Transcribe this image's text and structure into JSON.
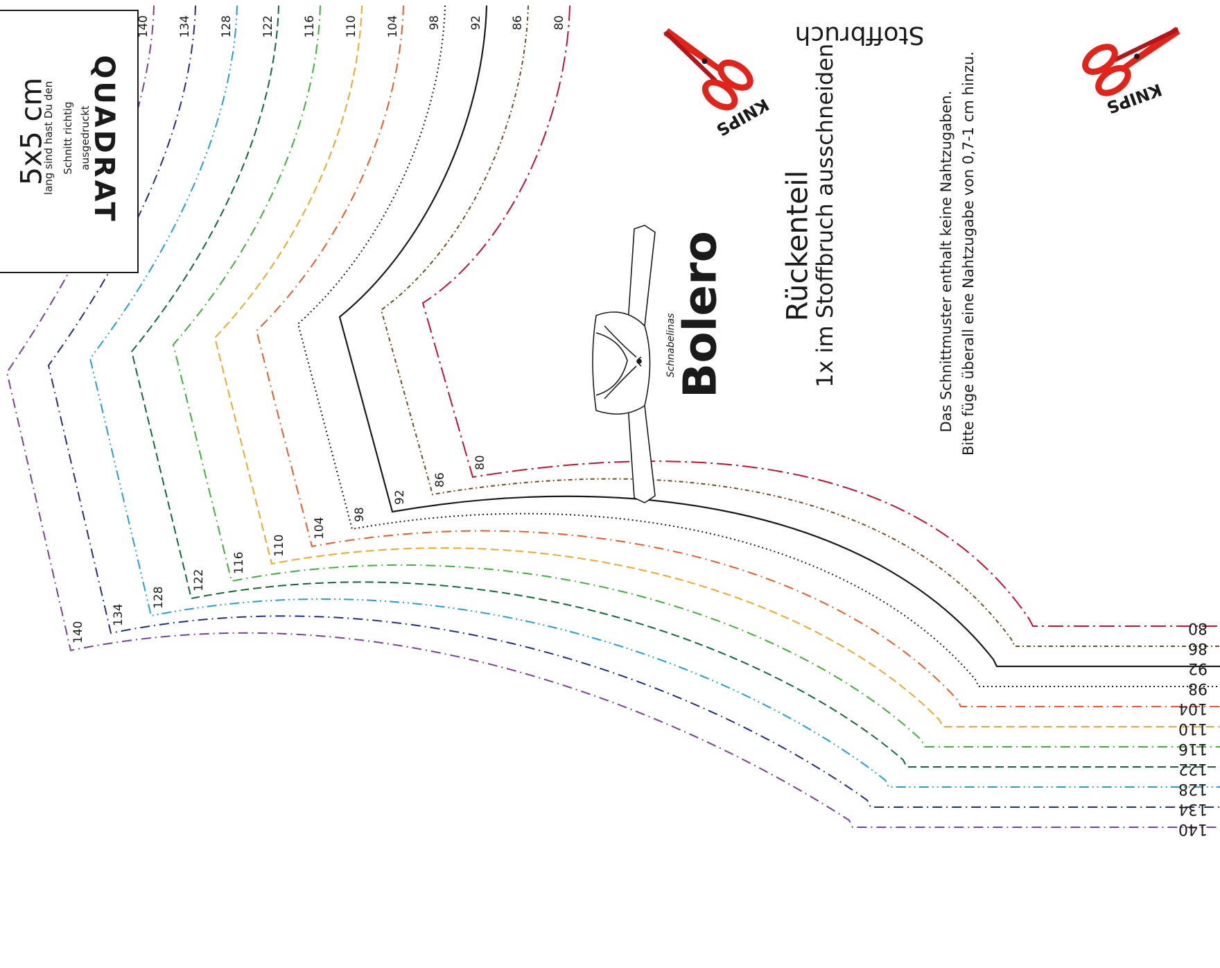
{
  "title": {
    "brand_small": "Schnabelinas",
    "brand_big": "Bolero",
    "piece_name": "Rückenteil",
    "cut_instruction": "1x im Stoffbruch ausschneiden",
    "fold_label": "Stoffbruch"
  },
  "test_square": {
    "size": "5x5 cm",
    "line1": "lang sind hast Du den",
    "line2": "Schnitt richtig",
    "line3": "ausgedruckt",
    "word": "QUADRAT"
  },
  "notes": {
    "line1": "Das Schnittmuster enthalt keine Nahtzugaben.",
    "line2": "Bitte füge überall eine Nahtzugabe von 0,7-1 cm hinzu."
  },
  "scissors": {
    "label": "KNIPS",
    "icon": "scissors-icon",
    "color": "#e2231a"
  },
  "sizes": [
    {
      "label": "140",
      "color": "#7b3f9e",
      "dash": "dashdot"
    },
    {
      "label": "134",
      "color": "#1f2f85",
      "dash": "dashdot"
    },
    {
      "label": "128",
      "color": "#1ea0dc",
      "dash": "dashdotdot"
    },
    {
      "label": "122",
      "color": "#0f6b34",
      "dash": "dashed"
    },
    {
      "label": "116",
      "color": "#3fb13a",
      "dash": "dashdot"
    },
    {
      "label": "110",
      "color": "#f6a623",
      "dash": "dashed"
    },
    {
      "label": "104",
      "color": "#ef5a24",
      "dash": "dashdot"
    },
    {
      "label": "98",
      "color": "#1a1a1a",
      "dash": "dotted"
    },
    {
      "label": "92",
      "color": "#1a1a1a",
      "dash": "solid"
    },
    {
      "label": "86",
      "color": "#7a4a21",
      "dash": "dashdotfine"
    },
    {
      "label": "80",
      "color": "#c8102e",
      "dash": "longdashdot"
    }
  ]
}
